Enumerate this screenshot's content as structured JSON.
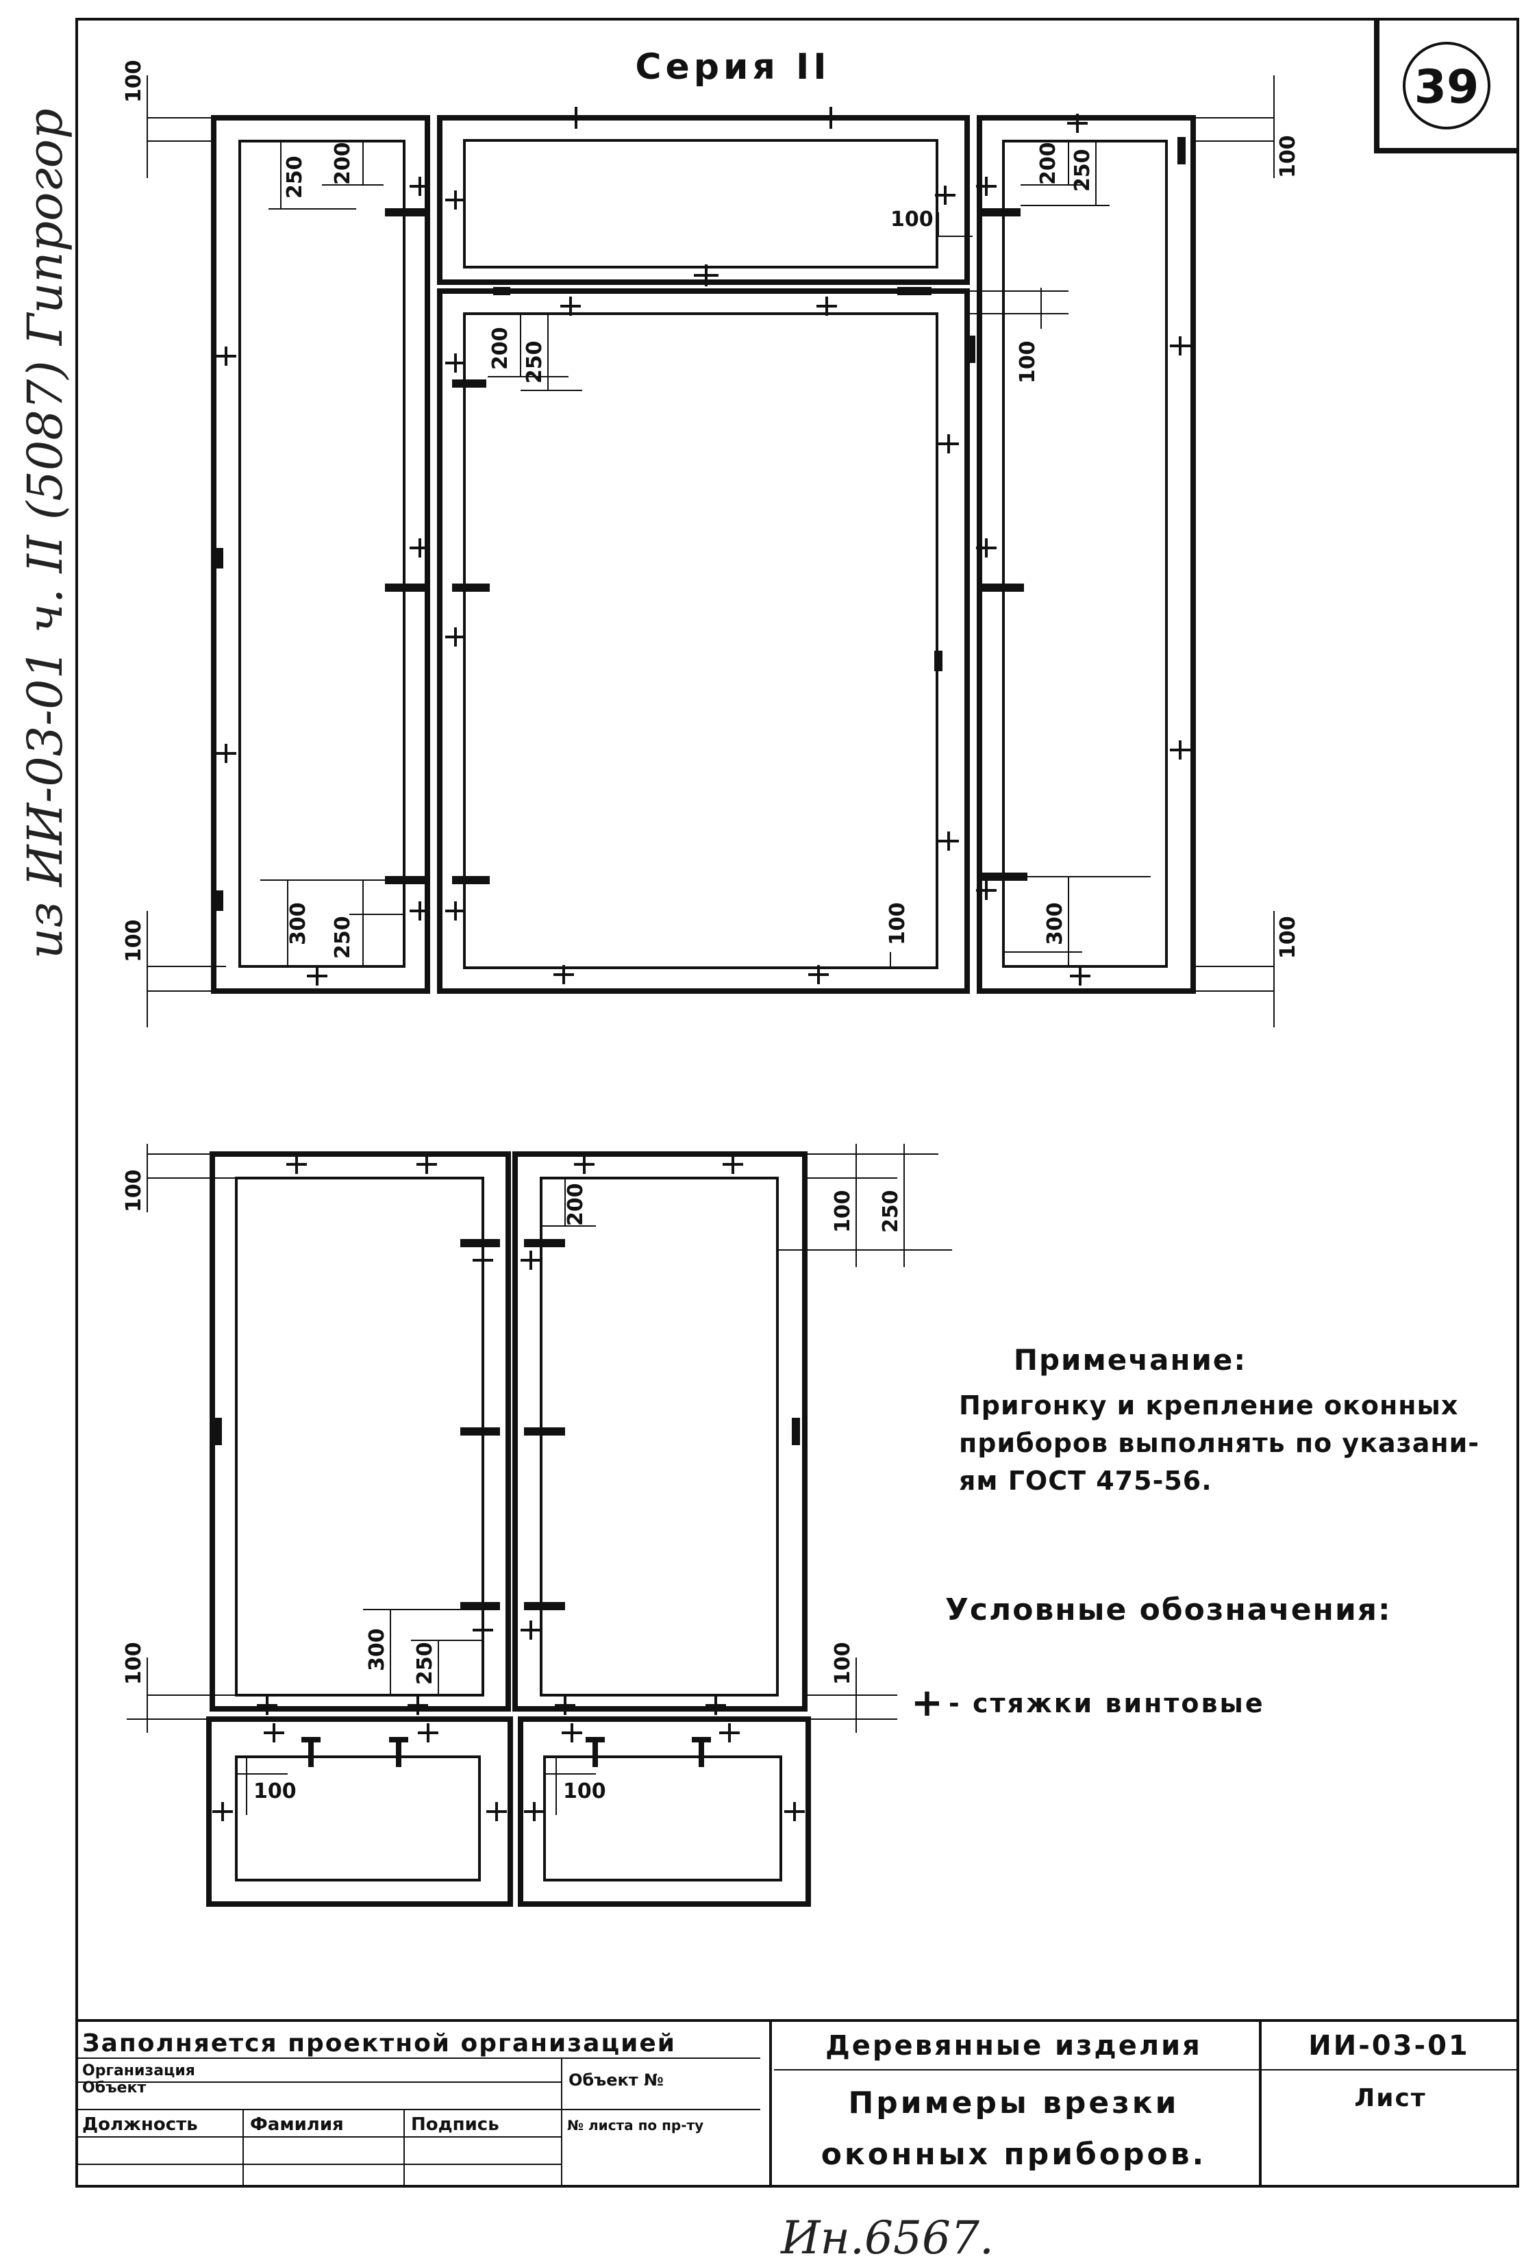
{
  "sheet": {
    "series_label": "Серия II",
    "sheet_number": "39",
    "handwritten_margin": "из ИИ-03-01 ч. II (5087) Гипрогор",
    "handwritten_bottom": "Ин.6567."
  },
  "dimensions": {
    "top_left": [
      "100",
      "250",
      "200",
      "300",
      "250",
      "100"
    ],
    "top_center": [
      "100",
      "200",
      "250",
      "100"
    ],
    "top_right": [
      "100",
      "200",
      "250",
      "100",
      "300",
      "100"
    ],
    "bottom": [
      "100",
      "200",
      "100",
      "250",
      "300",
      "250",
      "100",
      "100",
      "100",
      "100"
    ]
  },
  "note": {
    "heading": "Примечание:",
    "lines": [
      "Пригонку и крепление оконных",
      "приборов выполнять по указани-",
      "ям ГОСТ 475-56."
    ]
  },
  "legend": {
    "heading": "Условные обозначения:",
    "symbol": "+",
    "item": "- стяжки винтовые"
  },
  "title_block": {
    "filled_by": "Заполняется проектной организацией",
    "organization": "Организация",
    "object": "Объект",
    "object_no": "Объект №",
    "position": "Должность",
    "surname": "Фамилия",
    "signature": "Подпись",
    "sheet_no": "№ листа по пр-ту",
    "category": "Деревянные изделия",
    "code": "ИИ-03-01",
    "title_line1": "Примеры врезки",
    "title_line2": "оконных приборов.",
    "sheet_label": "Лист"
  }
}
